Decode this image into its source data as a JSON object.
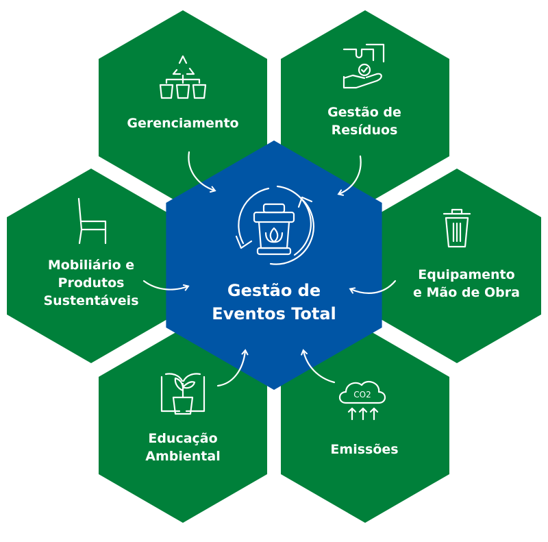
{
  "colors": {
    "green": "#00803A",
    "blue": "#0055A5",
    "icon": "#ffffff"
  },
  "center": {
    "line1": "Gestão de",
    "line2": "Eventos Total",
    "icon": "recycle-bin-icon"
  },
  "nodes": [
    {
      "id": "gerenciamento",
      "line1": "Gerenciamento",
      "icon": "recycle-sorting-icon"
    },
    {
      "id": "residuos",
      "line1": "Gestão de",
      "line2": "Resíduos",
      "icon": "puzzle-hand-icon"
    },
    {
      "id": "mobiliario",
      "line1": "Mobiliário e",
      "line2": "Produtos",
      "line3": "Sustentáveis",
      "icon": "chair-icon"
    },
    {
      "id": "equipamento",
      "line1": "Equipamento",
      "line2": "e Mão de Obra",
      "icon": "trash-can-icon"
    },
    {
      "id": "educacao",
      "line1": "Educação",
      "line2": "Ambiental",
      "icon": "book-plant-icon"
    },
    {
      "id": "emissoes",
      "line1": "Emissões",
      "icon": "co2-cloud-icon",
      "icon_text": "CO2"
    }
  ]
}
